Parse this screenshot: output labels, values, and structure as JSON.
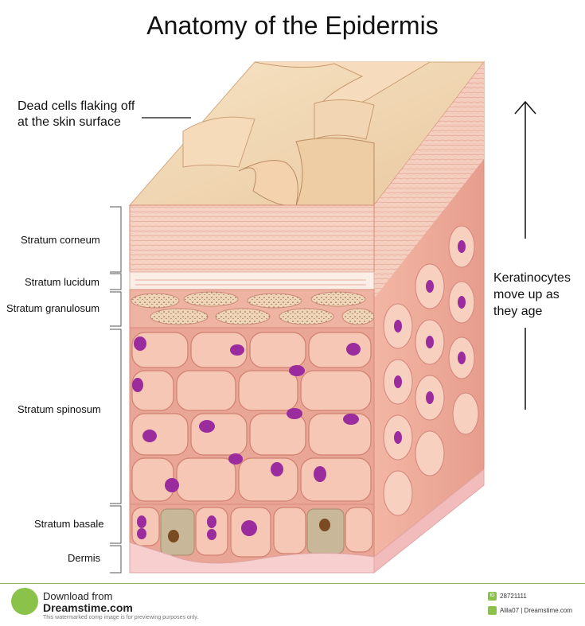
{
  "title": "Anatomy of the Epidermis",
  "callout_top": [
    "Dead cells flaking off",
    "at the skin surface"
  ],
  "layers": [
    {
      "label": "Stratum corneum"
    },
    {
      "label": "Stratum lucidum"
    },
    {
      "label": "Stratum granulosum"
    },
    {
      "label": "Stratum spinosum"
    },
    {
      "label": "Stratum basale"
    },
    {
      "label": "Dermis"
    }
  ],
  "arrow_note": [
    "Keratinocytes",
    "move up as",
    "they age"
  ],
  "watermark": "dreamstime",
  "footer": {
    "download": "Download from",
    "site": "Dreamstime.com",
    "notice": "This watermarked comp image is for previewing purposes only.",
    "id_icon": "ID",
    "image_id": "28721111",
    "author": "Alila07 | Dreamstime.com"
  },
  "colors": {
    "surface": "#f2d9b4",
    "corneum": "#f4cdbb",
    "cell": "#f6c7b4",
    "cell_border": "#d98a7a",
    "nucleus": "#9b2c9e",
    "dermis": "#f7cfcf",
    "basal_brown": "#c9b79a"
  }
}
